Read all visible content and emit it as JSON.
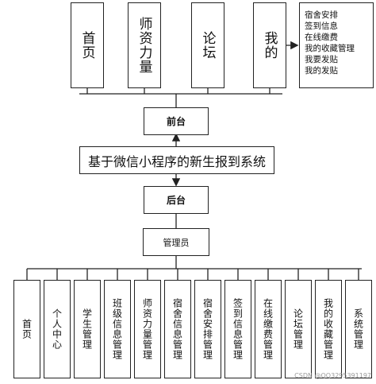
{
  "top_nodes": [
    "首页",
    "师资力量",
    "论坛",
    "我的"
  ],
  "my_submenu": [
    "宿舍安排",
    "签到信息",
    "在线缴费",
    "我的收藏管理",
    "我要发贴",
    "我的发贴"
  ],
  "frontend_label": "前台",
  "system_title": "基于微信小程序的新生报到系统",
  "backend_label": "后台",
  "admin_label": "管理员",
  "bottom_nodes": [
    "首页",
    "个人中心",
    "学生管理",
    "班级信息管理",
    "师资力量管理",
    "宿舍信息管理",
    "宿舍安排管理",
    "签到信息管理",
    "在线缴费管理",
    "论坛管理",
    "我的收藏管理",
    "系统管理"
  ],
  "watermark": "CSDN @QQ3295391197"
}
